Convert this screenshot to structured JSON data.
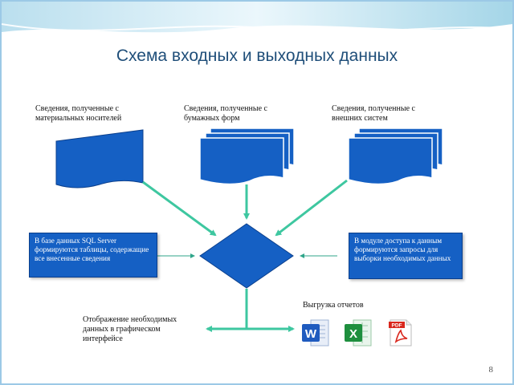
{
  "slide": {
    "title": "Схема входных и выходных данных",
    "page_number": "8"
  },
  "sources": [
    {
      "label": "Сведения, полученные с материальных носителей"
    },
    {
      "label": "Сведения, полученные с бумажных форм"
    },
    {
      "label": "Сведения, полученные с внешних систем"
    }
  ],
  "left_box": {
    "text": "В базе данных SQL Server формируются таблицы, содержащие все внесенные сведения"
  },
  "right_box": {
    "text": "В модуле доступа к данным формируются запросы для выборки необходимых данных"
  },
  "outputs": {
    "display_label": "Отображение необходимых данных в графическом интерфейсе",
    "export_label": "Выгрузка отчетов",
    "report_formats": [
      {
        "name": "Word",
        "letter": "W",
        "color": "#1f5bbf"
      },
      {
        "name": "Excel",
        "letter": "X",
        "color": "#1e8f3e"
      },
      {
        "name": "PDF",
        "letter": "PDF",
        "color": "#d9261c"
      }
    ]
  },
  "colors": {
    "shape_fill": "#1560c4",
    "arrow": "#3ec7a0",
    "connector": "#2fa58a"
  }
}
